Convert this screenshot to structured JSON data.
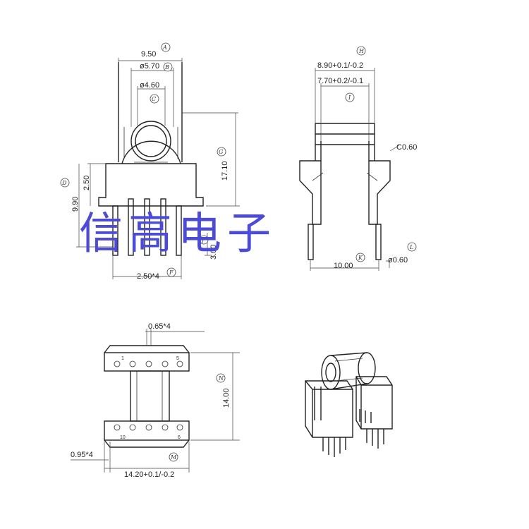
{
  "watermark": "信高电子",
  "front_view": {
    "dims": {
      "A": "9.50",
      "B": "ø5.70",
      "C": "ø4.60",
      "G": "17.10",
      "D": "9.90",
      "D2": "2.50",
      "J": "3.00",
      "F": "2.50*4"
    },
    "bubbles": [
      "A",
      "B",
      "C",
      "G",
      "D",
      "F",
      "J"
    ]
  },
  "side_view": {
    "dims": {
      "H": "8.90+0.1/-0.2",
      "I": "7.70+0.2/-0.1",
      "chamfer": "C0.60",
      "K": "10.00",
      "L": "ø0.60"
    },
    "bubbles": [
      "H",
      "I",
      "K",
      "L"
    ]
  },
  "bottom_view": {
    "dims": {
      "pin_width": "0.65*4",
      "N": "14.00",
      "pad": "0.95*4",
      "M": "14.20+0.1/-0.2"
    },
    "pin_numbers": [
      "1",
      "5",
      "10",
      "6"
    ],
    "bubbles": [
      "N",
      "M"
    ]
  }
}
